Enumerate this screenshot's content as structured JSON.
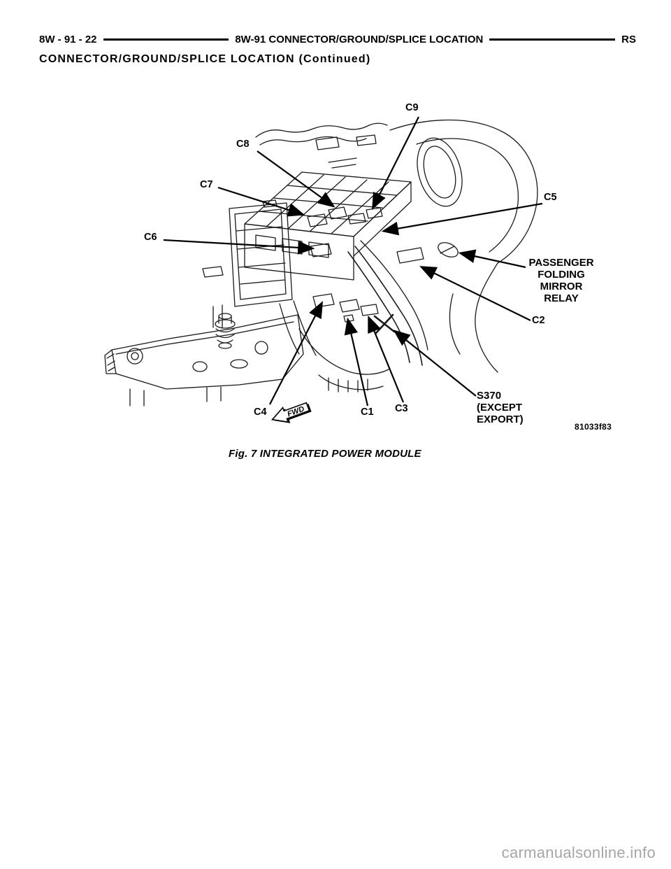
{
  "header": {
    "left": "8W - 91 - 22",
    "center": "8W-91 CONNECTOR/GROUND/SPLICE LOCATION",
    "right": "RS"
  },
  "subheader": "CONNECTOR/GROUND/SPLICE LOCATION (Continued)",
  "figure": {
    "callouts": {
      "c9": "C9",
      "c8": "C8",
      "c7": "C7",
      "c6": "C6",
      "c5": "C5",
      "c2": "C2",
      "c1": "C1",
      "c3": "C3",
      "c4": "C4"
    },
    "relay_label": "PASSENGER\nFOLDING\nMIRROR\nRELAY",
    "s370_label": "S370\n(EXCEPT\nEXPORT)",
    "fwd_label": "FWD",
    "figure_code": "81033f83",
    "caption": "Fig. 7 INTEGRATED POWER MODULE"
  },
  "watermark": "carmanualsonline.info",
  "colors": {
    "ink": "#000000",
    "watermark_gray": "#a6a6a6"
  }
}
